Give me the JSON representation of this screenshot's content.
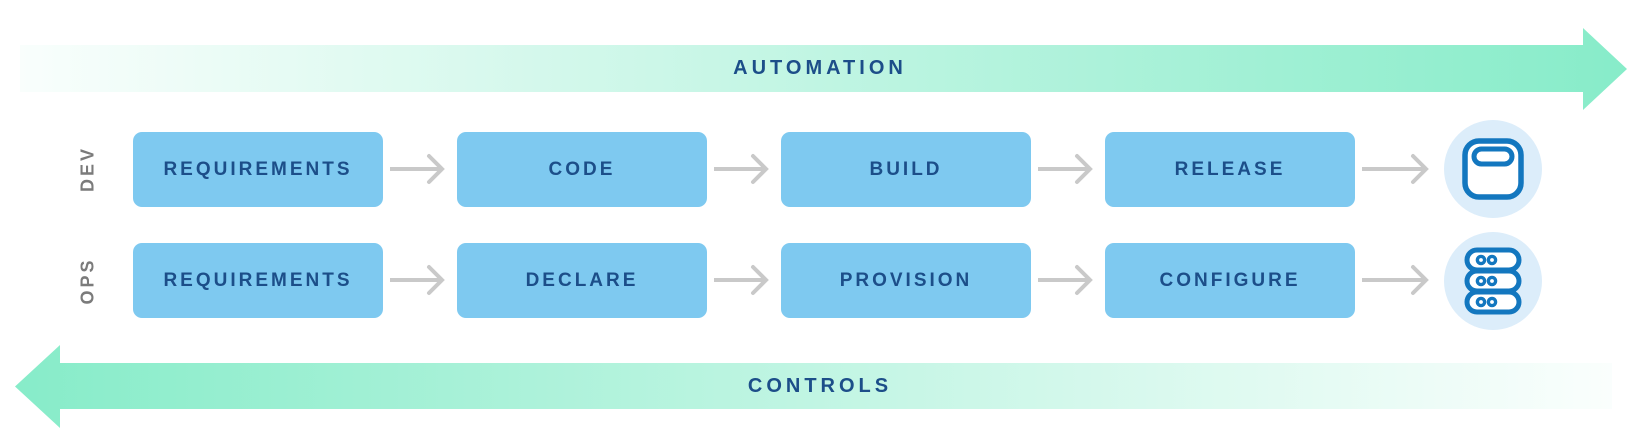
{
  "automation_arrow": {
    "label": "AUTOMATION",
    "direction": "right"
  },
  "controls_arrow": {
    "label": "CONTROLS",
    "direction": "left"
  },
  "rows": [
    {
      "label": "DEV",
      "stages": [
        "REQUIREMENTS",
        "CODE",
        "BUILD",
        "RELEASE"
      ],
      "endpoint_icon": "app-container-icon"
    },
    {
      "label": "OPS",
      "stages": [
        "REQUIREMENTS",
        "DECLARE",
        "PROVISION",
        "CONFIGURE"
      ],
      "endpoint_icon": "server-stack-icon"
    }
  ],
  "colors": {
    "arrow_mint": "#87ecc9",
    "stage_box_blue": "#7ec9f0",
    "text_navy": "#1c4e89",
    "connector_gray": "#c9c9c9",
    "row_label_gray": "#7b7b7b",
    "endpoint_circle_bg": "#dcedfa",
    "endpoint_icon_stroke": "#1377bf"
  }
}
